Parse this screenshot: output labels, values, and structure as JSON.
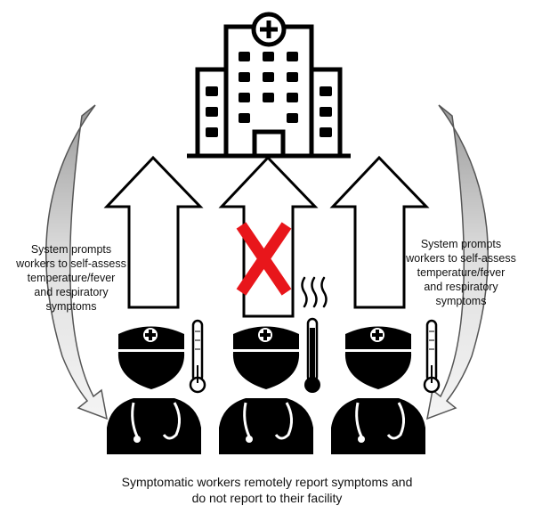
{
  "diagram": {
    "left_prompt": "System prompts\nworkers to self-assess\ntemperature/fever\nand respiratory\nsymptoms",
    "right_prompt": "System prompts\nworkers to self-assess\ntemperature/fever\nand respiratory\nsymptoms",
    "caption": "Symptomatic workers remotely report symptoms and\ndo not report to their facility",
    "icons": [
      "hospital-icon",
      "up-arrow-icon",
      "red-x-icon",
      "nurse-icon",
      "doctor-icon",
      "thermometer-icon",
      "heat-waves-icon",
      "curved-arrow-icon"
    ],
    "colors": {
      "cross": "#e8161b",
      "figure": "#000000",
      "arrow_fill": "#ffffff",
      "curve_fill": "#d4d4d4"
    }
  }
}
